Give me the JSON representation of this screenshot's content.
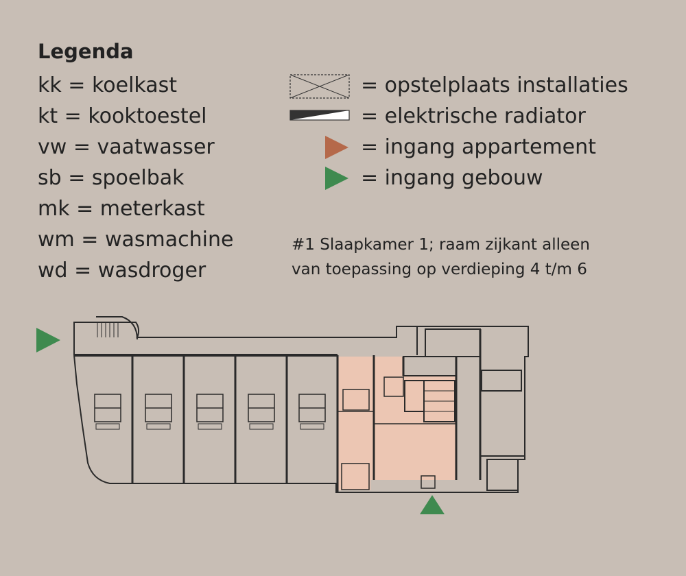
{
  "legend": {
    "title": "Legenda",
    "abbreviations": [
      "kk = koelkast",
      "kt = kooktoestel",
      "vw = vaatwasser",
      "sb = spoelbak",
      "mk = meterkast",
      "wm = wasmachine",
      "wd = wasdroger"
    ],
    "symbols": [
      {
        "icon": "installation-box-icon",
        "label": "= opstelplaats installaties"
      },
      {
        "icon": "radiator-icon",
        "label": "= elektrische radiator"
      },
      {
        "icon": "apartment-entrance-triangle-icon",
        "label": "= ingang appartement",
        "color": "#b5694a"
      },
      {
        "icon": "building-entrance-triangle-icon",
        "label": "= ingang gebouw",
        "color": "#3f8a4f"
      }
    ],
    "note_lines": [
      "#1 Slaapkamer 1; raam zijkant alleen",
      "van toepassing op verdieping 4 t/m 6"
    ]
  },
  "colors": {
    "background": "#c8beb5",
    "highlight_apartment": "#ecc6b3",
    "wall": "#2a2a2a",
    "entrance_green": "#3f8a4f",
    "entrance_brown": "#b5694a"
  }
}
